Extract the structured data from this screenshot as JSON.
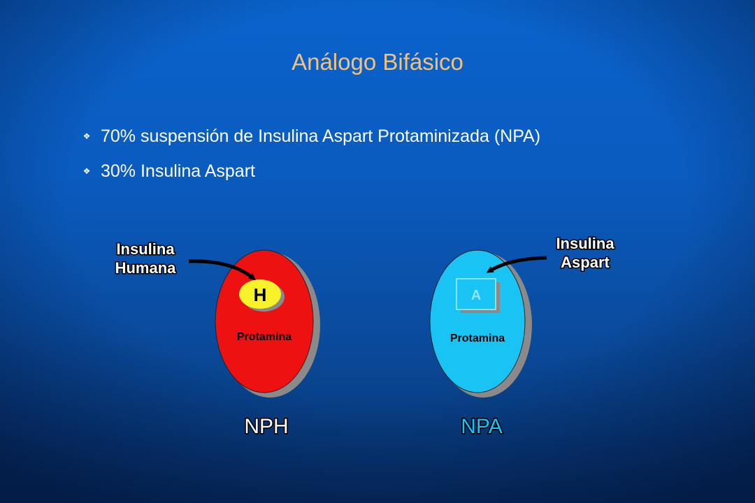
{
  "slide": {
    "title": "Análogo Bifásico",
    "bullets": [
      {
        "icon": "diamond-bullet-icon",
        "text": "70% suspensión de Insulina Aspart Protaminizada (NPA)"
      },
      {
        "icon": "diamond-bullet-icon",
        "text": "30% Insulina Aspart"
      }
    ]
  },
  "diagram": {
    "nph": {
      "callout_line1": "Insulina",
      "callout_line2": "Humana",
      "core_label": "H",
      "shell_label": "Protamina",
      "name": "NPH",
      "color": "#ee1111",
      "core_color": "#f7f22a"
    },
    "npa": {
      "callout_line1": "Insulina",
      "callout_line2": "Aspart",
      "core_label": "A",
      "shell_label": "Protamina",
      "name": "NPA",
      "color": "#19c4f5",
      "core_color": "#19c4f5"
    }
  },
  "colors": {
    "title": "#f2c17a",
    "text": "#ffffff",
    "background": "#0a5bbf"
  }
}
